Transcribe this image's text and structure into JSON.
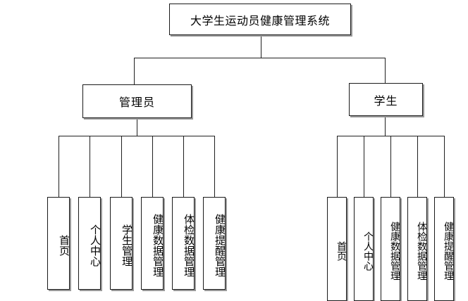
{
  "diagram": {
    "title": "大学生运动员健康管理系统",
    "type": "system-function-structure-tree",
    "root": {
      "label": "大学生运动员健康管理系统"
    },
    "branches": [
      {
        "id": "admin",
        "label": "管理员",
        "leaves": [
          {
            "label": "首页"
          },
          {
            "label": "个人中心"
          },
          {
            "label": "学生管理"
          },
          {
            "label": "健康数据管理"
          },
          {
            "label": "体检数据管理"
          },
          {
            "label": "健康提醒管理"
          }
        ]
      },
      {
        "id": "student",
        "label": "学生",
        "leaves": [
          {
            "label": "首页"
          },
          {
            "label": "个人中心"
          },
          {
            "label": "健康数据管理"
          },
          {
            "label": "体检数据管理"
          },
          {
            "label": "健康提醒管理"
          }
        ]
      }
    ],
    "colors": {
      "border": "#1a1a1a",
      "shadow": "#9a9a9a",
      "line": "#1f1f1f",
      "background": "#ffffff",
      "text": "#000000"
    }
  }
}
